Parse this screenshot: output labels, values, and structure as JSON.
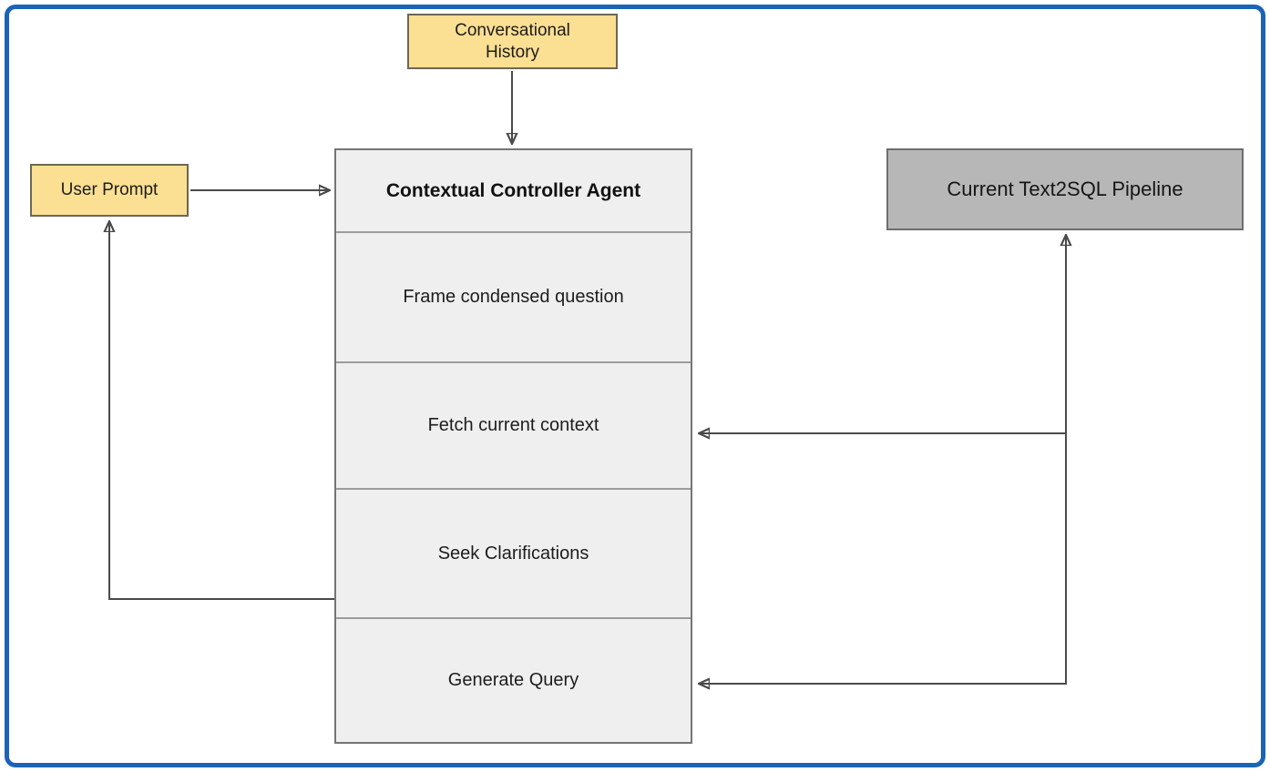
{
  "diagram": {
    "nodes": {
      "conversational_history": {
        "label": "Conversational History"
      },
      "user_prompt": {
        "label": "User Prompt"
      },
      "agent": {
        "title": "Contextual Controller Agent",
        "sections": [
          {
            "label": "Frame condensed question"
          },
          {
            "label": "Fetch current context"
          },
          {
            "label": "Seek Clarifications"
          },
          {
            "label": "Generate Query"
          }
        ]
      },
      "pipeline": {
        "label": "Current Text2SQL Pipeline"
      }
    },
    "edges": [
      {
        "from": "conversational_history",
        "to": "agent",
        "direction": "down"
      },
      {
        "from": "user_prompt",
        "to": "agent",
        "direction": "right"
      },
      {
        "from": "agent.seek_clarifications",
        "to": "user_prompt",
        "direction": "left-then-up"
      },
      {
        "from": "agent.generate_query",
        "to": "pipeline",
        "direction": "up"
      },
      {
        "from": "pipeline",
        "to": "agent.fetch_current_context",
        "direction": "left"
      },
      {
        "from": "pipeline",
        "to": "agent.generate_query",
        "direction": "left"
      }
    ],
    "colors": {
      "frame_blue": "#1b63b7",
      "node_yellow": "#fbdf93",
      "agent_fill": "#efefef",
      "pipeline_gray": "#b7b7b7",
      "arrow_gray": "#4a4a4a",
      "text": "#1d1d1d"
    }
  }
}
